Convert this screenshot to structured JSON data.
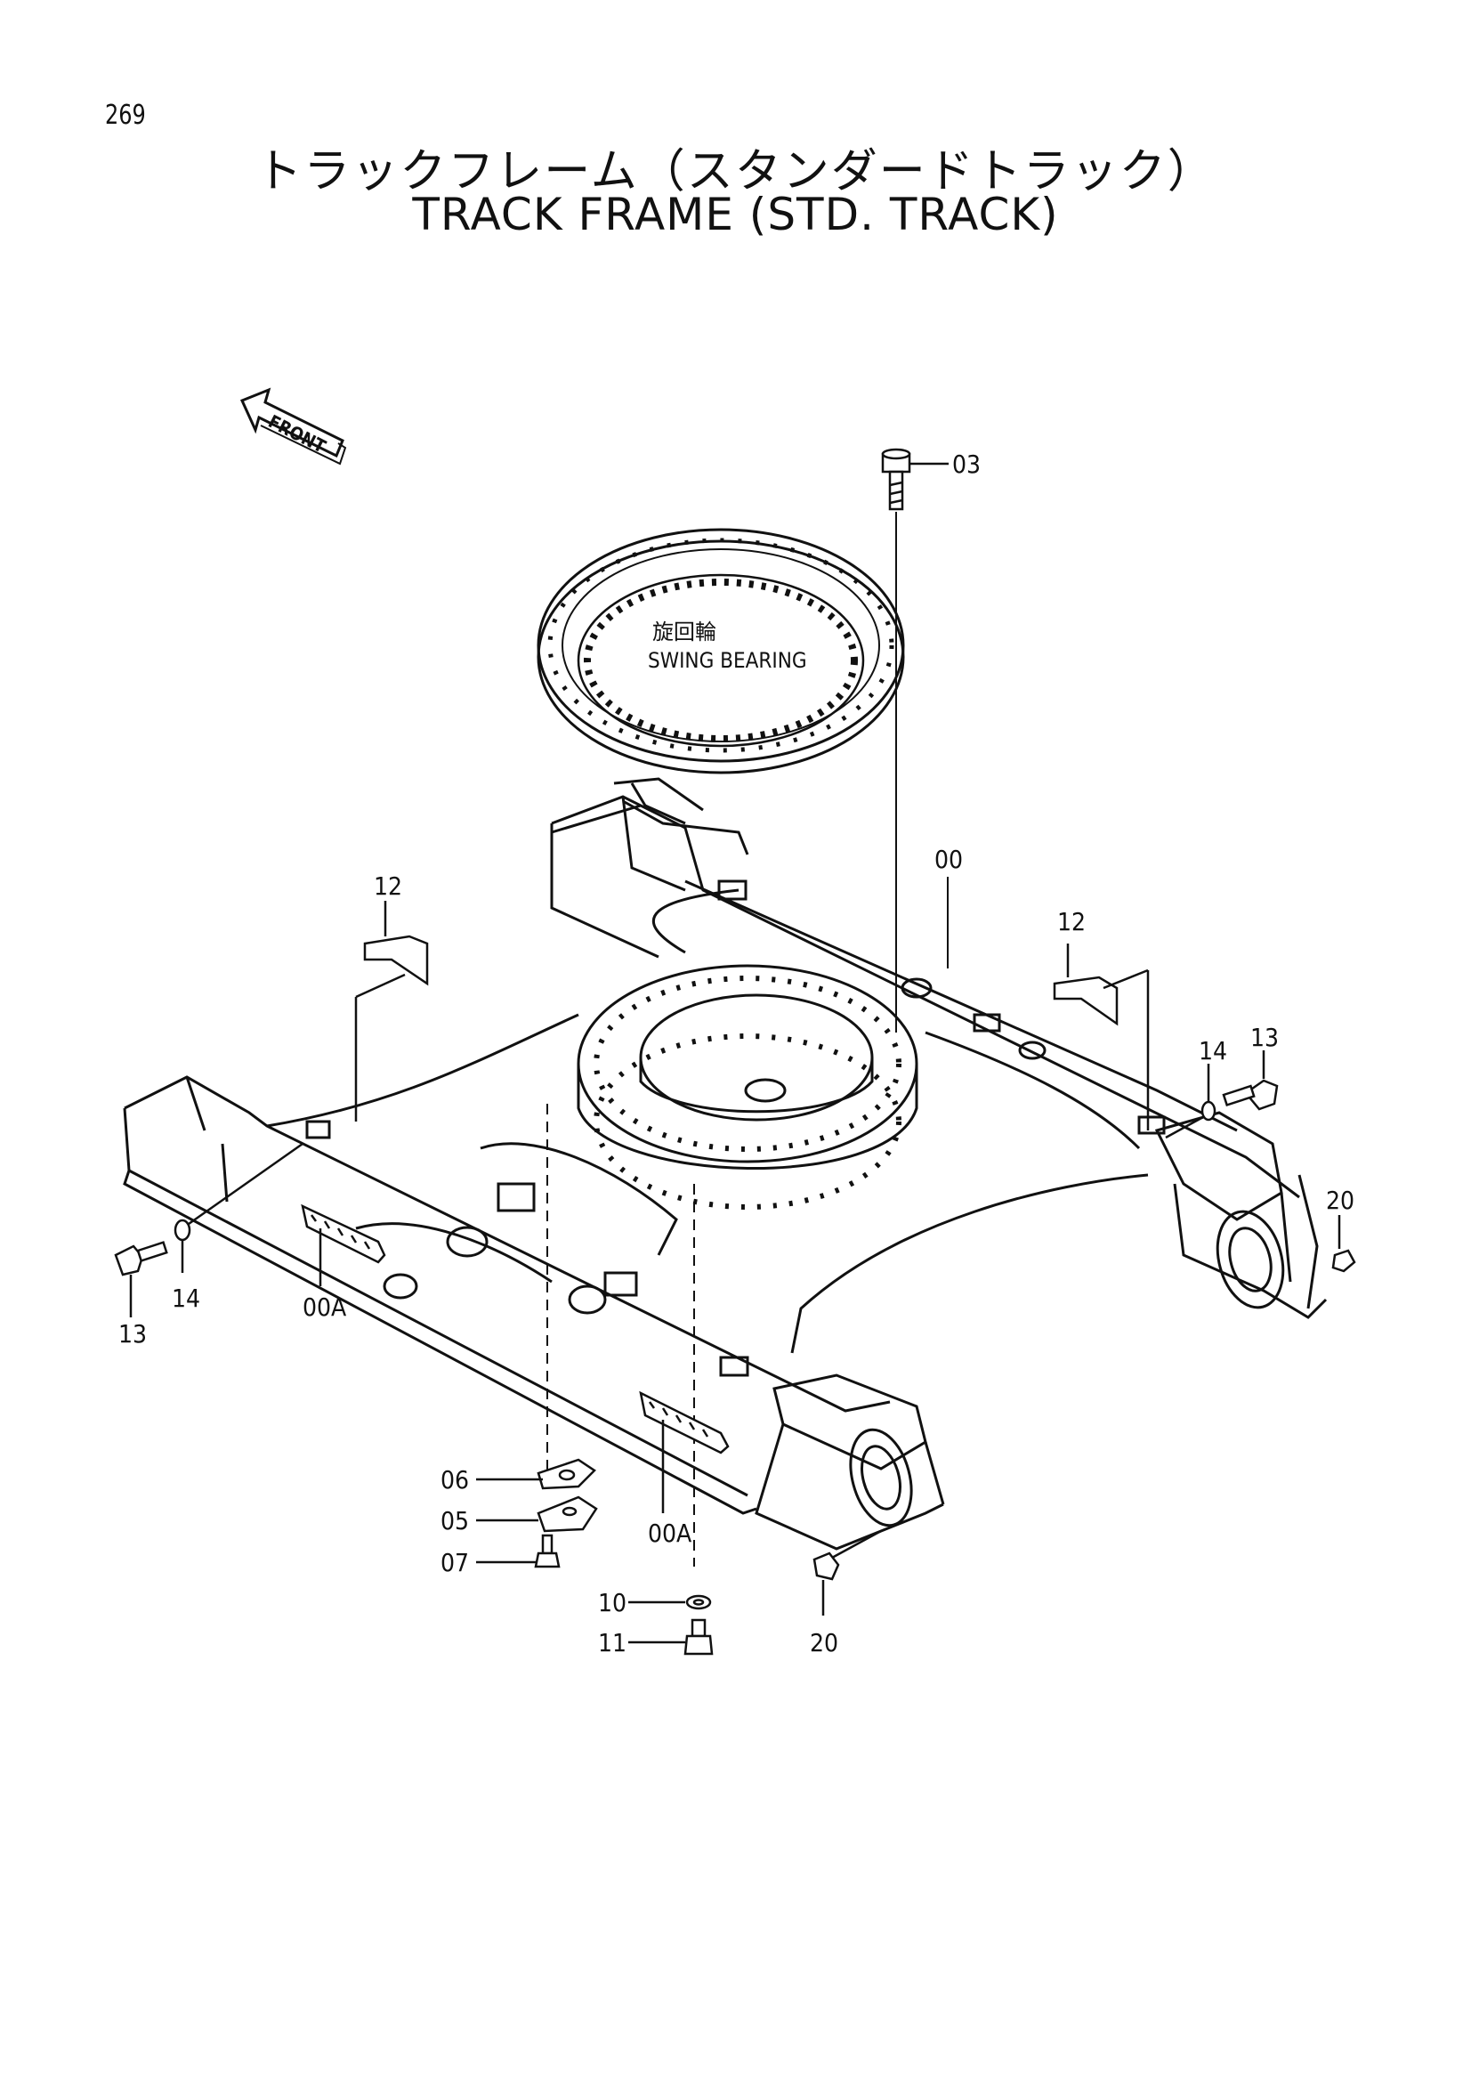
{
  "page_number": "269",
  "title_jp": "トラックフレーム（スタンダードトラック）",
  "title_en": "TRACK FRAME (STD. TRACK)",
  "front_label": "FRONT",
  "swing_bearing": {
    "label_jp": "旋回輪",
    "label_en": "SWING BEARING"
  },
  "callouts": {
    "c03": "03",
    "c00": "00",
    "c12_left": "12",
    "c12_right": "12",
    "c13_right": "13",
    "c14_right": "14",
    "c20_right": "20",
    "c13_left": "13",
    "c14_left": "14",
    "c00A_left": "00A",
    "c06": "06",
    "c05": "05",
    "c07": "07",
    "c00A_center": "00A",
    "c10": "10",
    "c11": "11",
    "c20_bottom": "20"
  }
}
